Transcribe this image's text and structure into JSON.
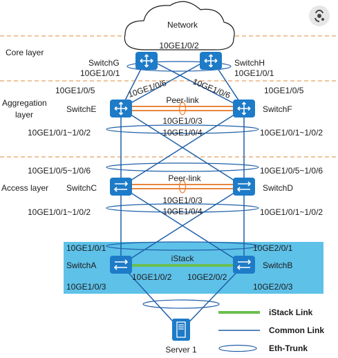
{
  "layers": {
    "core": "Core layer",
    "aggregation": [
      "Aggregation",
      "layer"
    ],
    "access": "Access layer"
  },
  "network": {
    "label": "Network"
  },
  "switches": {
    "G": "SwitchG",
    "H": "SwitchH",
    "E": "SwitchE",
    "F": "SwitchF",
    "C": "SwitchC",
    "D": "SwitchD",
    "A": "SwitchA",
    "B": "SwitchB"
  },
  "server": {
    "label": "Server 1"
  },
  "links": {
    "peer_link_agg": "Peer-link",
    "peer_link_access": "Peer-link",
    "istack": "iStack"
  },
  "ports": {
    "core_top": "10GE1/0/2",
    "g_down": "10GE1/0/1",
    "h_down": "10GE1/0/1",
    "e_up": "10GE1/0/5",
    "f_up": "10GE1/0/5",
    "e_cross": "10GE1/0/6",
    "f_cross": "10GE1/0/6",
    "agg_peer_1": "10GE1/0/3",
    "agg_peer_2": "10GE1/0/4",
    "e_down": "10GE1/0/1~1/0/2",
    "f_down": "10GE1/0/1~1/0/2",
    "c_up": "10GE1/0/5~1/0/6",
    "d_up": "10GE1/0/5~1/0/6",
    "acc_peer_1": "10GE1/0/3",
    "acc_peer_2": "10GE1/0/4",
    "c_down": "10GE1/0/1~1/0/2",
    "d_down": "10GE1/0/1~1/0/2",
    "a_up": "10GE1/0/1",
    "b_up": "10GE2/0/1",
    "a_stack": "10GE1/0/2",
    "b_stack": "10GE2/0/2",
    "a_down": "10GE1/0/3",
    "b_down": "10GE2/0/3"
  },
  "legend": {
    "istack_link": "iStack Link",
    "common_link": "Common Link",
    "eth_trunk": "Eth-Trunk"
  },
  "colors": {
    "common_link": "#1f5fa8",
    "istack_link": "#6bbf4f",
    "peer_link": "#e8843c",
    "stack_area": "#5ec1e8",
    "switch_icon": "#1e7bc8",
    "divider": "#e08a3a"
  },
  "icons": {
    "lens": "lens-search-icon"
  }
}
